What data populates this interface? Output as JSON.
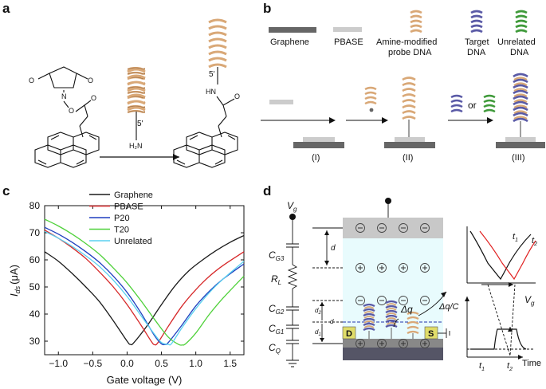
{
  "panels": {
    "a": "a",
    "b": "b",
    "c": "c",
    "d": "d"
  },
  "colors": {
    "graphene": "#666666",
    "pbase": "#cccccc",
    "probe": "#d9a877",
    "target": "#5a5aa6",
    "unrelated": "#3f9a3a",
    "channel": "#e8fbfd",
    "gate": "#c8c8c8",
    "substrate": "#555566",
    "electrode": "#e0dd6a"
  },
  "panel_a": {
    "amine_label": "H₂N",
    "five_prime_probe": "5'",
    "five_prime_product": "5'",
    "hn_label": "HN"
  },
  "panel_b": {
    "legend": {
      "graphene": "Graphene",
      "pbase": "PBASE",
      "probe_line1": "Amine-modified",
      "probe_line2": "probe DNA",
      "target_line1": "Target",
      "target_line2": "DNA",
      "unrelated_line1": "Unrelated",
      "unrelated_line2": "DNA"
    },
    "or_label": "or",
    "steps": [
      "(I)",
      "(II)",
      "(III)"
    ]
  },
  "chart_data": {
    "type": "line",
    "xlabel": "Gate voltage (V)",
    "ylabel": "I_ds (μA)",
    "ylabel_main": "I",
    "ylabel_sub": "ds",
    "ylabel_unit": "(μA)",
    "xlim": [
      -1.2,
      1.7
    ],
    "ylim": [
      25,
      80
    ],
    "xticks": [
      -1.0,
      -0.5,
      0.0,
      0.5,
      1.0,
      1.5
    ],
    "xtick_labels": [
      "−1.0",
      "−0.5",
      "0.0",
      "0.5",
      "1.0",
      "1.5"
    ],
    "yticks": [
      30,
      40,
      50,
      60,
      70,
      80
    ],
    "ytick_labels": [
      "30",
      "40",
      "50",
      "60",
      "70",
      "80"
    ],
    "legend_position": "top-right",
    "series": [
      {
        "name": "Graphene",
        "color": "#1a1a1a",
        "x": [
          -1.2,
          -1.0,
          -0.8,
          -0.6,
          -0.4,
          -0.2,
          0.0,
          0.05,
          0.1,
          0.3,
          0.5,
          0.7,
          0.9,
          1.1,
          1.3,
          1.5,
          1.7
        ],
        "y": [
          63.0,
          59.5,
          55.0,
          50.0,
          44.5,
          37.5,
          30.0,
          28.8,
          29.5,
          36.0,
          43.5,
          50.5,
          56.0,
          60.0,
          63.5,
          66.5,
          69.0
        ]
      },
      {
        "name": "PBASE",
        "color": "#d62728",
        "x": [
          -1.2,
          -1.0,
          -0.8,
          -0.6,
          -0.4,
          -0.2,
          0.0,
          0.2,
          0.35,
          0.4,
          0.45,
          0.6,
          0.8,
          1.0,
          1.2,
          1.4,
          1.7
        ],
        "y": [
          71.0,
          68.0,
          64.5,
          60.5,
          55.5,
          50.0,
          43.5,
          36.0,
          30.0,
          28.7,
          29.5,
          35.5,
          43.0,
          49.0,
          54.0,
          58.0,
          63.0
        ]
      },
      {
        "name": "P20",
        "color": "#1f3fbf",
        "x": [
          -1.2,
          -1.0,
          -0.8,
          -0.6,
          -0.4,
          -0.2,
          0.0,
          0.2,
          0.4,
          0.5,
          0.55,
          0.6,
          0.8,
          1.0,
          1.2,
          1.4,
          1.7
        ],
        "y": [
          72.0,
          69.5,
          66.5,
          63.0,
          59.0,
          54.0,
          48.0,
          40.5,
          32.0,
          29.0,
          28.8,
          29.5,
          36.0,
          43.0,
          48.5,
          53.0,
          58.5
        ]
      },
      {
        "name": "T20",
        "color": "#4fd13a",
        "x": [
          -1.2,
          -1.0,
          -0.8,
          -0.6,
          -0.4,
          -0.2,
          0.0,
          0.2,
          0.4,
          0.6,
          0.75,
          0.8,
          0.85,
          1.0,
          1.2,
          1.4,
          1.7
        ],
        "y": [
          75.0,
          72.5,
          69.5,
          66.0,
          62.0,
          57.0,
          51.5,
          45.0,
          38.0,
          31.5,
          28.8,
          28.6,
          29.0,
          33.0,
          40.0,
          46.0,
          54.0
        ]
      },
      {
        "name": "Unrelated",
        "color": "#5ad1f0",
        "x": [
          -1.2,
          -1.0,
          -0.8,
          -0.6,
          -0.4,
          -0.2,
          0.0,
          0.2,
          0.4,
          0.5,
          0.6,
          0.65,
          0.8,
          1.0,
          1.2,
          1.4,
          1.7
        ],
        "y": [
          70.5,
          68.0,
          65.0,
          61.5,
          57.5,
          52.5,
          46.5,
          39.5,
          32.5,
          29.5,
          28.8,
          29.2,
          35.0,
          42.0,
          48.0,
          53.0,
          59.5
        ]
      }
    ]
  },
  "panel_d": {
    "vg": "V",
    "vg_sub": "g",
    "cg3": "C",
    "cg3_sub": "G3",
    "rl": "R",
    "rl_sub": "L",
    "cg2": "C",
    "cg2_sub": "G2",
    "cg1": "C",
    "cg1_sub": "G1",
    "cq": "C",
    "cq_sub": "Q",
    "d_label": "d",
    "d2_label": "d",
    "d2_sub": "2",
    "d1_label": "d",
    "d1_sub": "1",
    "d_small": "d",
    "delta_q": "Δq",
    "drain": "D",
    "source": "S",
    "delta_qc": "Δq/C",
    "vg_axis": "V",
    "vg_axis_sub": "g",
    "t1": "t",
    "t1_sub": "1",
    "t2": "t",
    "t2_sub": "2",
    "t1_bottom": "t",
    "t1_bottom_sub": "1",
    "t2_bottom": "t",
    "t2_bottom_sub": "2",
    "time_label": "Time"
  }
}
